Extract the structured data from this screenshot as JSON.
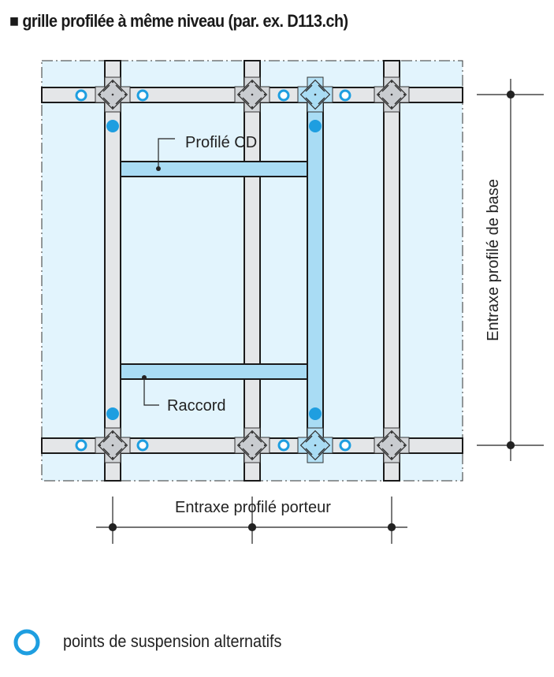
{
  "title": "■ grille profilée à même niveau (par. ex. D113.ch)",
  "labels": {
    "profile_cd": "Profilé CD",
    "connector": "Raccord",
    "dim_vertical": "Entraxe profilé de base",
    "dim_horizontal": "Entraxe profilé porteur"
  },
  "legend": {
    "alt_points": "points de suspension alternatifs"
  },
  "colors": {
    "panel": "#e2f4fd",
    "profile_grey": "#e4e6e8",
    "profile_blue": "#a9dcf4",
    "suspension_blue": "#1e9ee0",
    "line": "#1a1a1a"
  }
}
